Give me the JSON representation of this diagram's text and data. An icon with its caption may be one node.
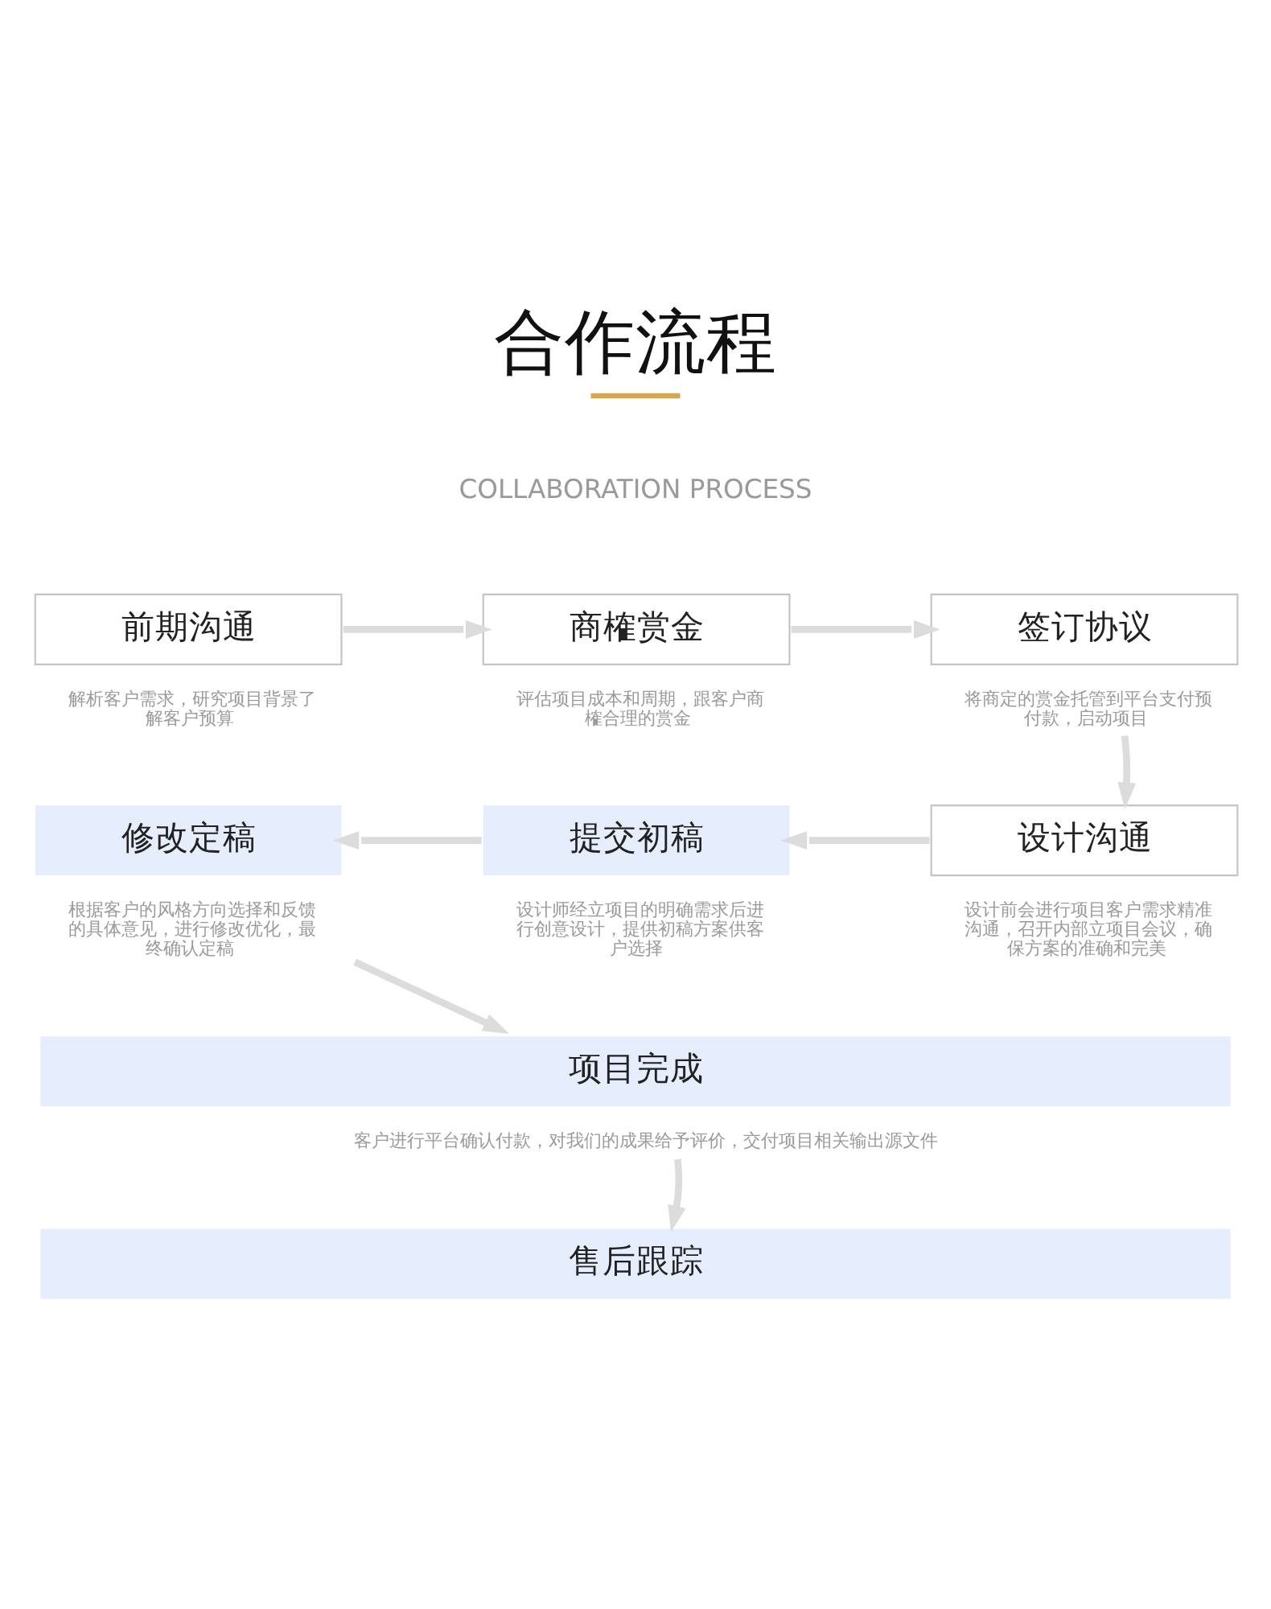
{
  "diagram": {
    "title": "合作流程",
    "nodes": [
      {
        "text": [
          "前期沟通"
        ],
        "beside": [
          "解析客户需求，研究项目背景了解客户预算"
        ]
      },
      {
        "text": [
          "商榷赏金"
        ],
        "beside": [
          "评估项目成本和周期，跟客户商榷合理的赏金"
        ]
      },
      {
        "text": [
          "签订协议"
        ],
        "beside": [
          "将商定的赏金托管到平台支付预付款，启动项目"
        ]
      },
      {
        "text": [
          "设计沟通"
        ],
        "beside": [
          "设计前会进行项目客户需求精准沟通，召开内部立项目会议，确保方案的准确和完美"
        ]
      },
      {
        "text": [
          "提交初稿"
        ],
        "beside": [
          "设计师经立项目的明确需求后进行创意设计，提供初稿方案供客户选择"
        ]
      },
      {
        "text": [
          "修改定稿"
        ],
        "beside": [
          "根据客户的风格方向选择和反馈的具体意见，进行修改优化，最终确认定稿"
        ]
      },
      {
        "text": [
          "项目完成"
        ],
        "beside": [
          "客户进行平台确认付款，对我们的成果给予评价，交付项目相关输出源文件"
        ]
      },
      {
        "text": [
          "售后跟踪"
        ]
      }
    ],
    "edges": [
      {
        "from": 0,
        "to": 1,
        "arrow": "to"
      },
      {
        "from": 1,
        "to": 2,
        "arrow": "to"
      },
      {
        "from": 2,
        "to": 3,
        "arrow": "to"
      },
      {
        "from": 3,
        "to": 4,
        "arrow": "to"
      },
      {
        "from": 4,
        "to": 5,
        "arrow": "to"
      },
      {
        "from": 5,
        "to": 6,
        "arrow": "to"
      },
      {
        "from": 6,
        "to": 7,
        "arrow": "to"
      }
    ],
    "labels": [
      "COLLABORATION PROCESS"
    ]
  }
}
